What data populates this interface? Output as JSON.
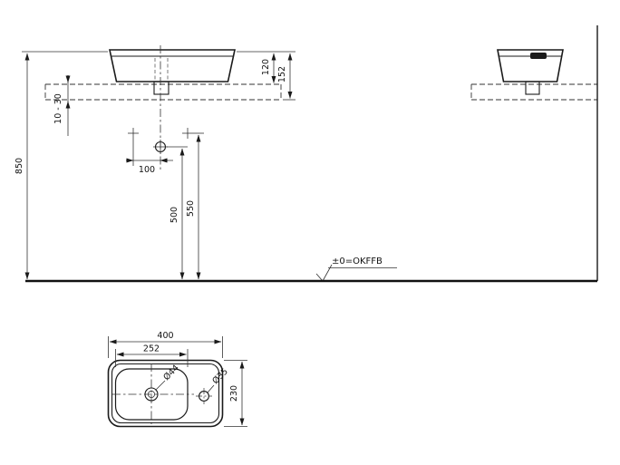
{
  "front_view": {
    "dims": {
      "overall_height": "850",
      "basin_top_to_counter_top": "120",
      "basin_top_to_counter_bottom": "152",
      "adjustment_range": "10 - 30",
      "fixing_to_center": "100",
      "drain_center_height": "500",
      "fixing_holes_height": "550"
    },
    "level_label": "±0=OKFFB"
  },
  "plan_view": {
    "dims": {
      "overall_width": "400",
      "bowl_width": "252",
      "overall_depth": "230"
    },
    "drain_diameter_label": "Ø44",
    "tap_hole_diameter_label": "Ø35"
  },
  "colors": {
    "line": "#1a1a1a",
    "background": "#ffffff"
  }
}
